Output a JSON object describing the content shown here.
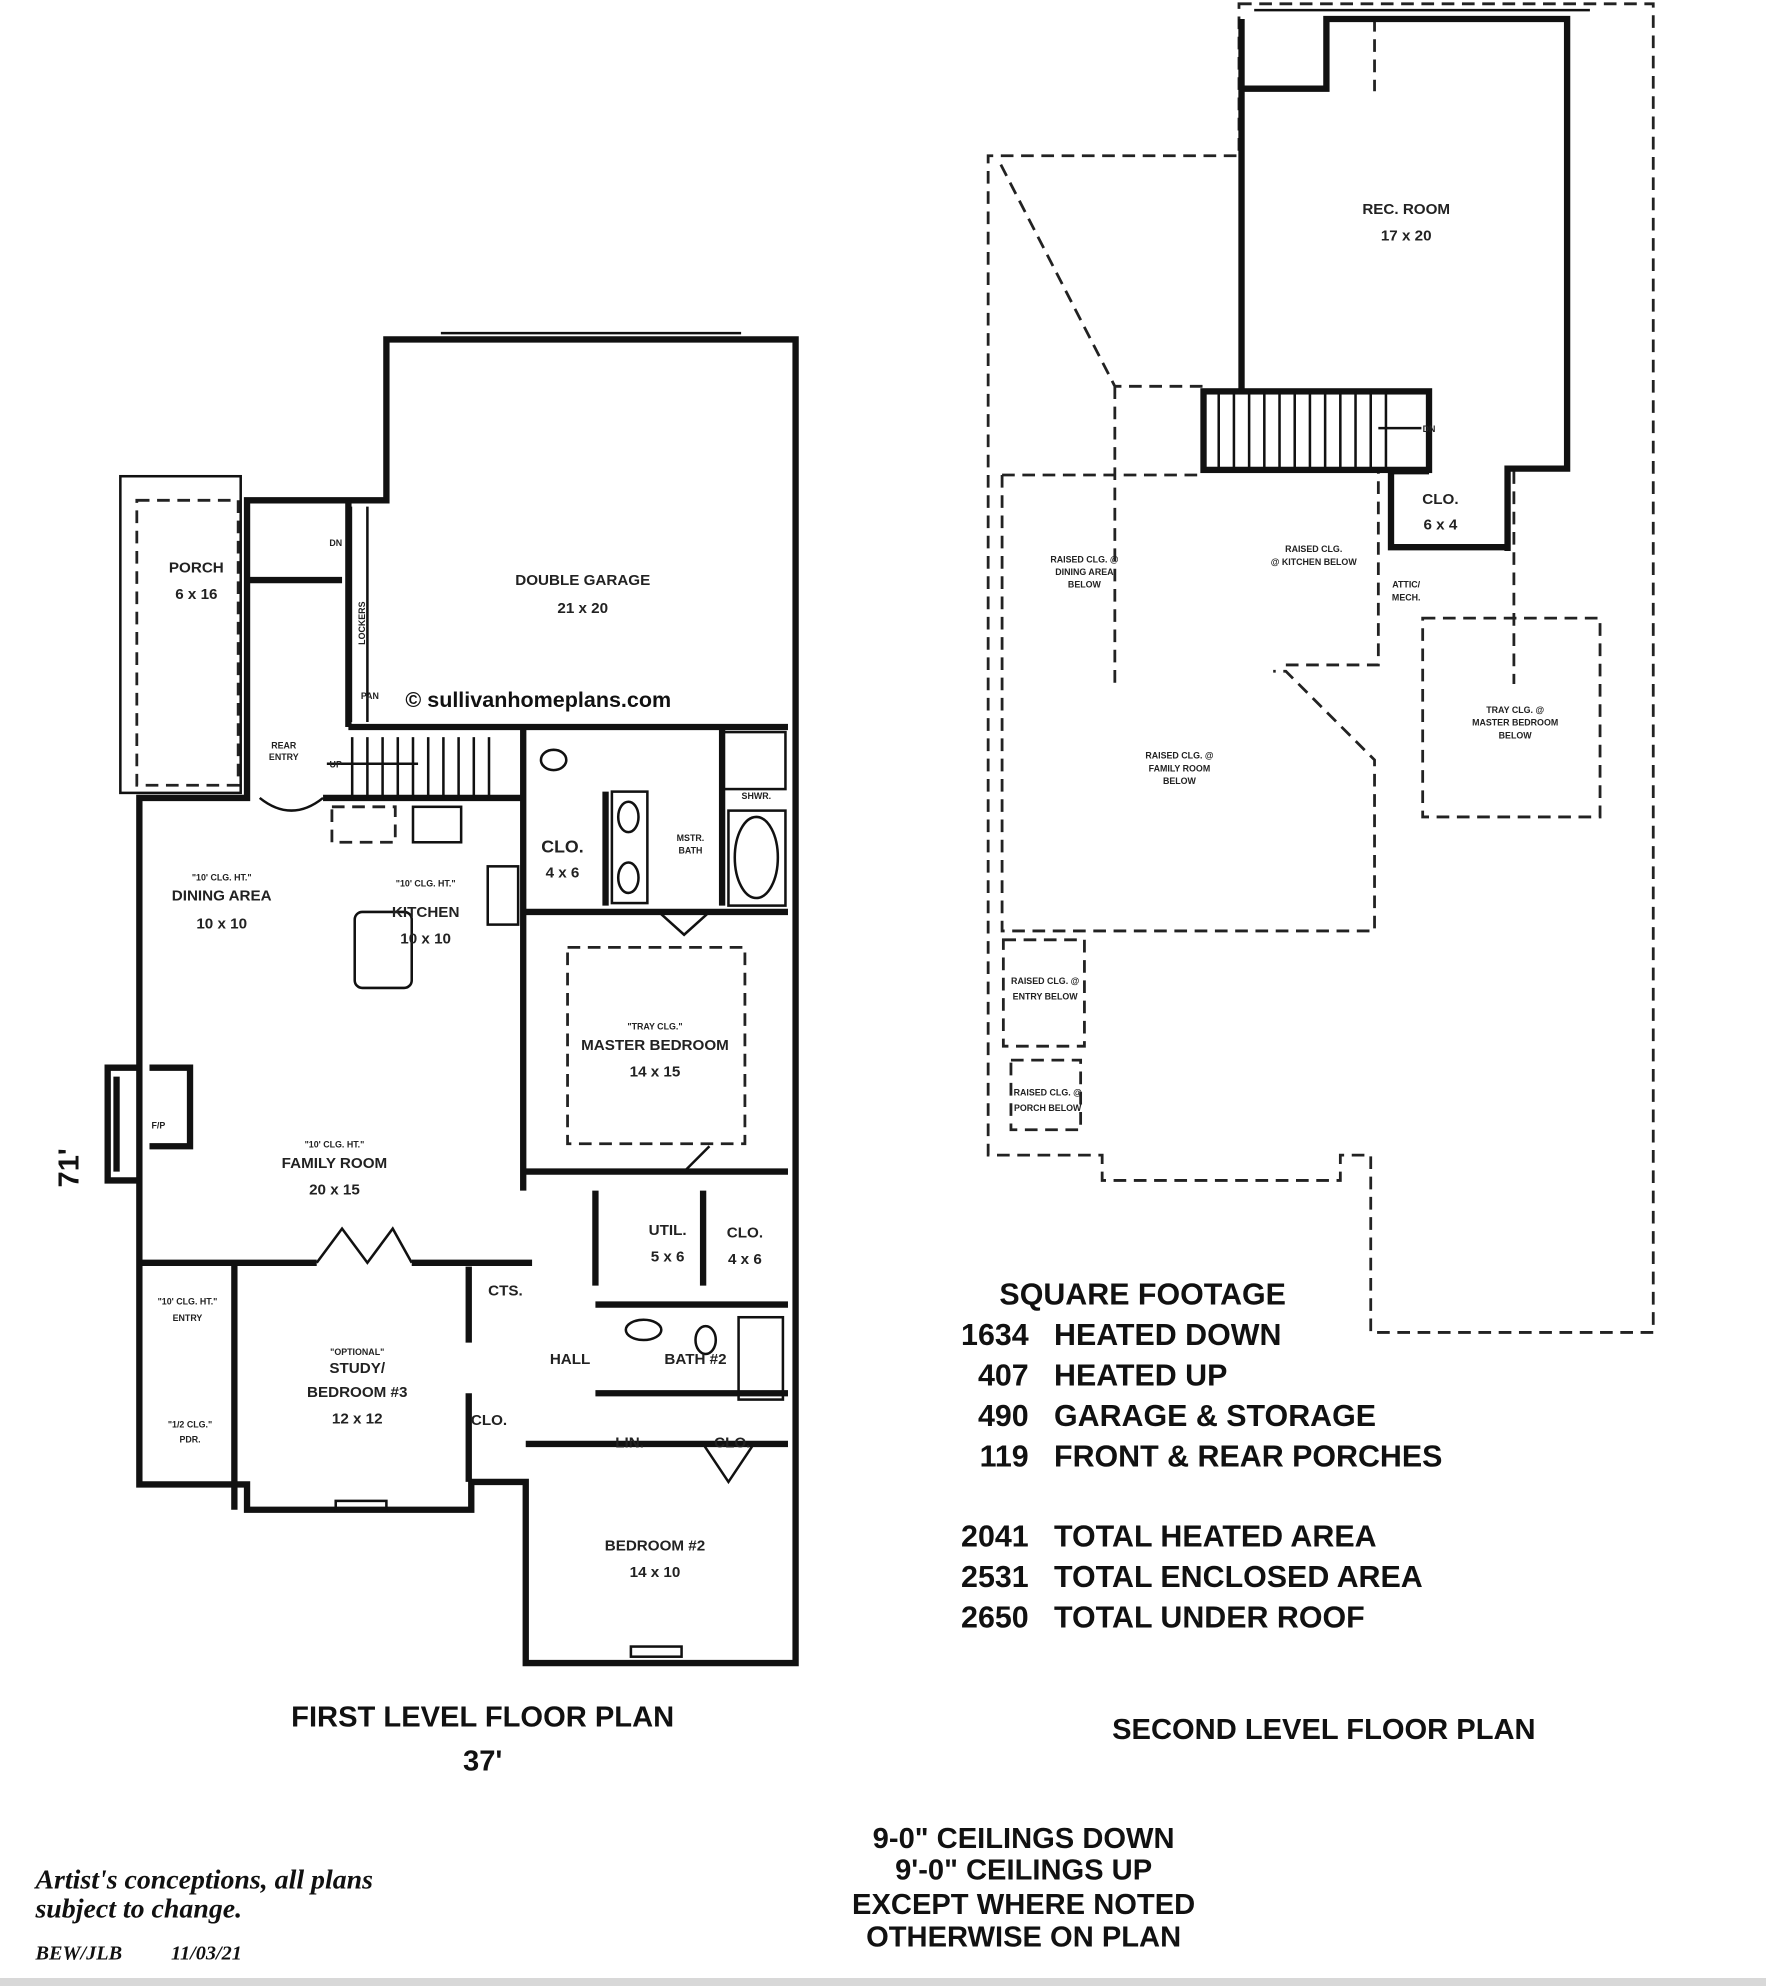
{
  "first_level": {
    "title": "FIRST LEVEL FLOOR PLAN",
    "width_dim": "37'",
    "depth_dim": "71'",
    "watermark": "© sullivanhomeplans.com",
    "rooms": {
      "porch": {
        "name": "PORCH",
        "size": "6 x 16"
      },
      "garage": {
        "name": "DOUBLE GARAGE",
        "size": "21 x 20"
      },
      "dn": "DN",
      "lockers": "LOCKERS",
      "pan": "PAN",
      "rear_entry": {
        "line1": "REAR",
        "line2": "ENTRY"
      },
      "up": "UP",
      "dining": {
        "note": "\"10' CLG. HT.\"",
        "name": "DINING AREA",
        "size": "10 x 10"
      },
      "kitchen": {
        "note": "\"10' CLG. HT.\"",
        "name": "KITCHEN",
        "size": "10 x 10"
      },
      "clo_master": {
        "name": "CLO.",
        "size": "4 x 6"
      },
      "mstr_bath": {
        "line1": "MSTR.",
        "line2": "BATH"
      },
      "shwr": "SHWR.",
      "master": {
        "note": "\"TRAY CLG.\"",
        "name": "MASTER BEDROOM",
        "size": "14 x 15"
      },
      "fp": "F/P",
      "family": {
        "note": "\"10' CLG. HT.\"",
        "name": "FAMILY ROOM",
        "size": "20 x 15"
      },
      "util": {
        "name": "UTIL.",
        "size": "5 x 6"
      },
      "clo_util": {
        "name": "CLO.",
        "size": "4 x 6"
      },
      "cts": "CTS.",
      "entry": {
        "note": "\"10' CLG. HT.\"",
        "name": "ENTRY"
      },
      "pdr": {
        "note": "\"1/2 CLG.\"",
        "name": "PDR."
      },
      "study": {
        "note": "\"OPTIONAL\"",
        "line1": "STUDY/",
        "line2": "BEDROOM #3",
        "size": "12 x 12"
      },
      "hall": "HALL",
      "bath2": "BATH #2",
      "clo_study": "CLO.",
      "lin": "LIN.",
      "clo_bed2": "CLO.",
      "bed2": {
        "name": "BEDROOM #2",
        "size": "14 x 10"
      }
    }
  },
  "second_level": {
    "title": "SECOND LEVEL FLOOR PLAN",
    "rooms": {
      "rec": {
        "name": "REC. ROOM",
        "size": "17 x 20"
      },
      "clo": {
        "name": "CLO.",
        "size": "6 x 4"
      },
      "attic": {
        "line1": "ATTIC/",
        "line2": "MECH."
      },
      "dn": "DN",
      "raised_dining": {
        "line1": "RAISED CLG. @",
        "line2": "DINING AREA",
        "line3": "BELOW"
      },
      "raised_kitchen": {
        "line1": "RAISED CLG.",
        "line2": "@ KITCHEN BELOW"
      },
      "raised_family": {
        "line1": "RAISED CLG. @",
        "line2": "FAMILY ROOM",
        "line3": "BELOW"
      },
      "tray_master": {
        "line1": "TRAY CLG. @",
        "line2": "MASTER BEDROOM",
        "line3": "BELOW"
      },
      "raised_entry": {
        "line1": "RAISED CLG. @",
        "line2": "ENTRY BELOW"
      },
      "raised_porch": {
        "line1": "RAISED CLG. @",
        "line2": "PORCH BELOW"
      }
    }
  },
  "square_footage": {
    "title": "SQUARE FOOTAGE",
    "rows": [
      {
        "value": "1634",
        "label": "HEATED DOWN"
      },
      {
        "value": "407",
        "label": "HEATED UP"
      },
      {
        "value": "490",
        "label": "GARAGE & STORAGE"
      },
      {
        "value": "119",
        "label": "FRONT & REAR PORCHES"
      }
    ],
    "totals": [
      {
        "value": "2041",
        "label": "TOTAL HEATED AREA"
      },
      {
        "value": "2531",
        "label": "TOTAL ENCLOSED AREA"
      },
      {
        "value": "2650",
        "label": "TOTAL UNDER ROOF"
      }
    ]
  },
  "ceiling_notes": [
    "9-0\" CEILINGS DOWN",
    "9'-0\" CEILINGS UP",
    "EXCEPT WHERE NOTED",
    "OTHERWISE ON PLAN"
  ],
  "disclaimer": {
    "line1": "Artist's conceptions, all plans",
    "line2": "subject to change.",
    "initials": "BEW/JLB",
    "date": "11/03/21"
  }
}
